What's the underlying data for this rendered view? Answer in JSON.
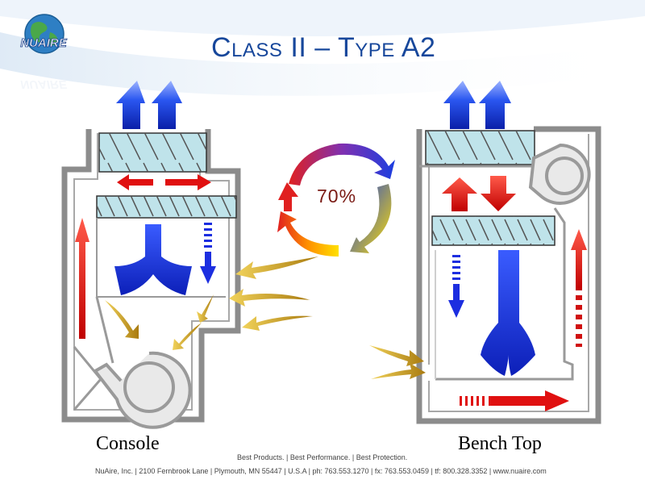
{
  "slide": {
    "title_cap1": "C",
    "title_small1": "LASS",
    "title_mid": " II – T",
    "title_small2": "YPE",
    "title_end": " A2"
  },
  "logo": {
    "text": "NUAIRE",
    "icon": "globe-logo-icon"
  },
  "diagram": {
    "recirculation_percent": "70%",
    "left_label": "Console",
    "right_label": "Bench Top"
  },
  "footer": {
    "tagline": "Best Products. | Best Performance. | Best Protection.",
    "address": "NuAire, Inc. | 2100 Fernbrook Lane | Plymouth, MN 55447 | U.S.A | ph: 763.553.1270 | fx: 763.553.0459 | tf: 800.328.3352 | www.nuaire.com"
  },
  "colors": {
    "title": "#17479b",
    "cabinet_outline": "#8c8c8c",
    "filter_fill": "#bfe3ea",
    "exhaust_blue": "#1a3fd6",
    "downflow_blue": "#1c2ee0",
    "inflow_red": "#e01010",
    "room_air_gold": "#c9a227"
  }
}
